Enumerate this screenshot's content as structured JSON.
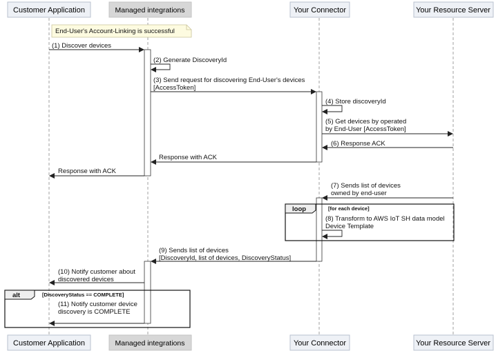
{
  "participants": [
    {
      "label": "Customer Application"
    },
    {
      "label": "Managed integrations"
    },
    {
      "label": "Your Connector"
    },
    {
      "label": "Your Resource Server"
    }
  ],
  "note": "End-User's Account-Linking is successful",
  "messages": {
    "m1": "(1) Discover devices",
    "m2": "(2) Generate DiscoveryId",
    "m3a": "(3) Send request for discovering End-User's devices",
    "m3b": "[AccessToken]",
    "m4": "(4) Store discoveryId",
    "m5a": "(5) Get devices by operated",
    "m5b": "by End-User [AccessToken]",
    "m6": "(6) Response ACK",
    "r1": "Response with ACK",
    "r2": "Response with ACK",
    "m7a": "(7) Sends list of devices",
    "m7b": "owned by end-user",
    "m8a": "(8) Transform to AWS IoT SH data model",
    "m8b": "Device Template",
    "m9a": "(9) Sends list of devices",
    "m9b": "[DiscoveryId, list of devices, DiscoveryStatus]",
    "m10a": "(10) Notify customer about",
    "m10b": "discovered devices",
    "m11a": "(11) Notify customer device",
    "m11b": "discovery is COMPLETE"
  },
  "fragments": {
    "loop": {
      "keyword": "loop",
      "guard": "[for each device]"
    },
    "alt": {
      "keyword": "alt",
      "guard": "[DiscoveryStatus == COMPLETE]"
    }
  }
}
